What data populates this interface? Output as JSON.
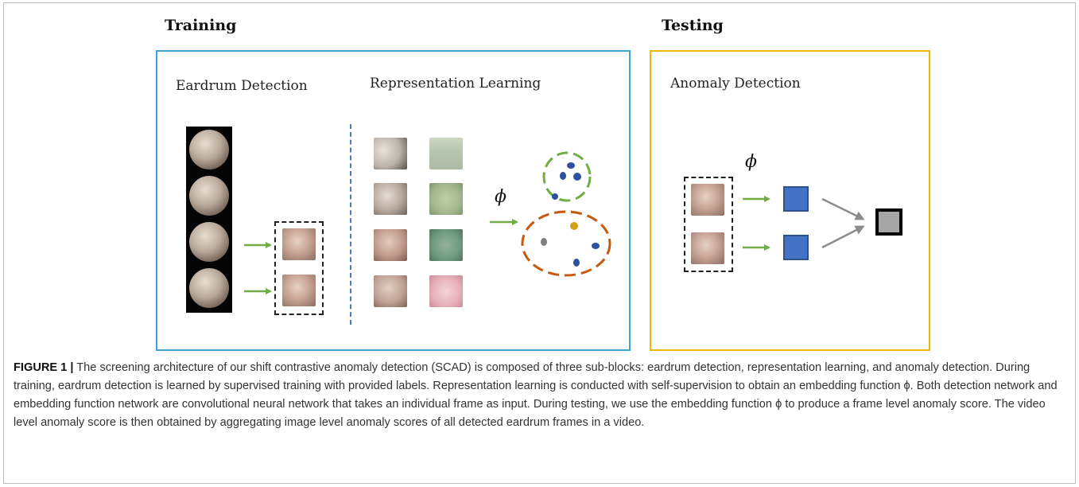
{
  "sections": {
    "training": "Training",
    "testing": "Testing"
  },
  "subsections": {
    "eardrum_detection": "Eardrum Detection",
    "representation_learning": "Representation Learning",
    "anomaly_detection": "Anomaly Detection"
  },
  "symbols": {
    "embedding": "ϕ"
  },
  "colors": {
    "training_border": "#3fa3dc",
    "testing_border": "#f2b705",
    "arrow_green": "#70ad47",
    "normal_cluster": "#70ad47",
    "anomaly_cluster": "#c55a11",
    "embedding_point": "#2f4f9f",
    "feature_square": "#4472c4",
    "score_square": "#a5a5a5"
  },
  "caption": {
    "label": "FIGURE 1 |",
    "text": " The screening architecture of our shift contrastive anomaly detection (SCAD) is composed of three sub-blocks: eardrum detection, representation learning, and anomaly detection. During training, eardrum detection is learned by supervised training with provided labels. Representation learning is conducted with self-supervision to obtain an embedding function ϕ. Both detection network and embedding function network are convolutional neural network that takes an individual frame as input. During testing, we use the embedding function ϕ to produce a frame level anomaly score. The video level anomaly score is then obtained by aggregating image level anomaly scores of all detected eardrum frames in a video."
  }
}
